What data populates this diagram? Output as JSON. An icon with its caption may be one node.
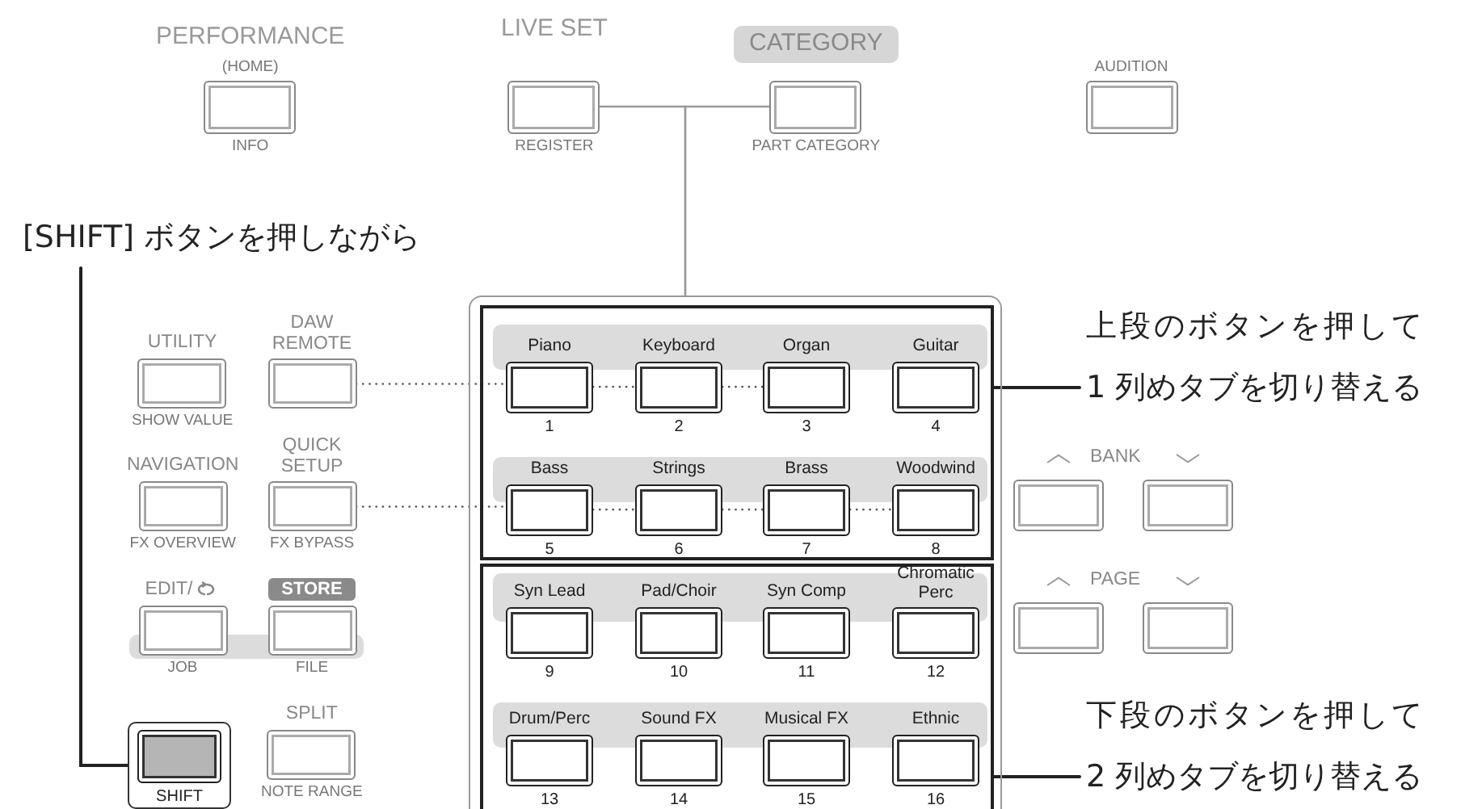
{
  "diagram": {
    "nodes": [
      {
        "text": [
          "PERFORMANCE",
          "(HOME)",
          "INFO"
        ]
      },
      {
        "text": [
          "LIVE SET",
          "REGISTER"
        ]
      },
      {
        "text": [
          "CATEGORY",
          "PART CATEGORY"
        ]
      },
      {
        "text": [
          "AUDITION"
        ]
      },
      {
        "text": [
          "[SHIFT] ボタンを押しながら"
        ]
      },
      {
        "text": [
          "上段のボタンを押して1 列めタブを切り替える"
        ]
      },
      {
        "text": [
          "UTILITY",
          "SHOW VALUE"
        ]
      },
      {
        "text": [
          "DAW REMOTE"
        ]
      },
      {
        "text": [],
        "shape": "box"
      },
      {
        "text": [],
        "shape": "box",
        "in": 8
      },
      {
        "text": [
          "Piano",
          "1"
        ],
        "in": 9
      },
      {
        "text": [
          "Keyboard",
          "2"
        ],
        "in": 9
      },
      {
        "text": [
          "Organ",
          "3"
        ],
        "in": 9
      },
      {
        "text": [
          "Guitar",
          "4"
        ],
        "in": 9
      },
      {
        "text": [
          "Bass",
          "5"
        ],
        "in": 9
      },
      {
        "text": [
          "Strings",
          "6"
        ],
        "in": 9
      },
      {
        "text": [
          "Brass",
          "7"
        ],
        "in": 9
      },
      {
        "text": [
          "Woodwind",
          "8"
        ],
        "in": 9
      },
      {
        "text": [],
        "shape": "box",
        "in": 8
      },
      {
        "text": [
          "Syn Lead",
          "9"
        ],
        "in": 18
      },
      {
        "text": [
          "Pad/Choir",
          "10"
        ],
        "in": 18
      },
      {
        "text": [
          "Syn Comp",
          "11"
        ],
        "in": 18
      },
      {
        "text": [
          "Chromatic Perc",
          "12"
        ],
        "in": 18
      },
      {
        "text": [
          "Drum/Perc",
          "13"
        ],
        "in": 18
      },
      {
        "text": [
          "Sound FX",
          "14"
        ],
        "in": 18
      },
      {
        "text": [
          "Musical FX",
          "15"
        ],
        "in": 18
      },
      {
        "text": [
          "Ethnic",
          "16"
        ],
        "in": 18
      },
      {
        "text": [
          "NAVIGATION",
          "FX OVERVIEW"
        ]
      },
      {
        "text": [
          "QUICK SETUP",
          "FX BYPASS"
        ]
      },
      {
        "text": [],
        "shape": "box"
      },
      {
        "text": [],
        "shape": "box"
      },
      {
        "text": [
          "EDIT/",
          "JOB"
        ]
      },
      {
        "text": [
          "STORE",
          "FILE"
        ]
      },
      {
        "text": [],
        "shape": "box"
      },
      {
        "text": [],
        "shape": "box"
      },
      {
        "text": [
          "SHIFT"
        ]
      },
      {
        "text": [
          "SPLIT",
          "NOTE RANGE"
        ]
      },
      {
        "text": [
          "下段のボタンを押して2 列めタブを切り替える"
        ]
      },
      {
        "text": [],
        "shape": "bar"
      }
    ],
    "edges": [
      {
        "from": 1,
        "to": 8,
        "arrow": "none"
      },
      {
        "from": 2,
        "to": 8,
        "arrow": "none"
      },
      {
        "from": 4,
        "to": 35,
        "arrow": "none"
      },
      {
        "from": 5,
        "to": 9,
        "arrow": "none"
      },
      {
        "from": 37,
        "to": 18,
        "arrow": "none"
      },
      {
        "from": 7,
        "to": 10,
        "arrow": "none",
        "style": "dashed"
      },
      {
        "from": 10,
        "to": 11,
        "arrow": "none",
        "style": "dashed"
      },
      {
        "from": 11,
        "to": 12,
        "arrow": "none",
        "style": "dashed"
      },
      {
        "from": 28,
        "to": 14,
        "arrow": "none",
        "style": "dashed"
      },
      {
        "from": 14,
        "to": 15,
        "arrow": "none",
        "style": "dashed"
      },
      {
        "from": 15,
        "to": 16,
        "arrow": "none",
        "style": "dashed"
      },
      {
        "from": 16,
        "to": 17,
        "arrow": "none",
        "style": "dashed"
      }
    ],
    "labels": [
      "BANK",
      "PAGE"
    ]
  }
}
